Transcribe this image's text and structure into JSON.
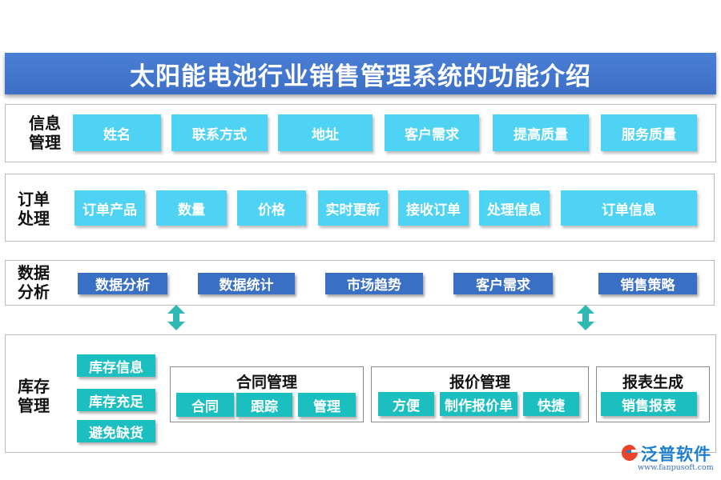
{
  "title": "太阳能电池行业销售管理系统的功能介绍",
  "sections": {
    "info": {
      "label": "信息管理",
      "items": [
        "姓名",
        "联系方式",
        "地址",
        "客户需求",
        "提高质量",
        "服务质量"
      ]
    },
    "order": {
      "label": "订单处理",
      "items": [
        "订单产品",
        "数量",
        "价格",
        "实时更新",
        "接收订单",
        "处理信息",
        "订单信息"
      ]
    },
    "analysis": {
      "label": "数据分析",
      "items": [
        "数据分析",
        "数据统计",
        "市场趋势",
        "客户需求",
        "销售策略"
      ]
    },
    "inventory": {
      "label": "库存管理",
      "items": [
        "库存信息",
        "库存充足",
        "避免缺货"
      ],
      "contract": {
        "title": "合同管理",
        "items": [
          "合同",
          "跟踪",
          "管理"
        ]
      },
      "quote": {
        "title": "报价管理",
        "items": [
          "方便",
          "制作报价单",
          "快捷"
        ]
      },
      "report": {
        "title": "报表生成",
        "items": [
          "销售报表"
        ]
      }
    }
  },
  "colors": {
    "title_bg": "#3d6fc6",
    "cyan": "#4fd3f5",
    "blue": "#3a6fc6",
    "teal": "#1cbfc0",
    "arrow": "#2fb9b4"
  },
  "icons": [
    "double-arrow-icon",
    "fanpu-logo-icon"
  ],
  "logo": {
    "name": "泛普软件",
    "url": "www.fanpusoft.com"
  }
}
